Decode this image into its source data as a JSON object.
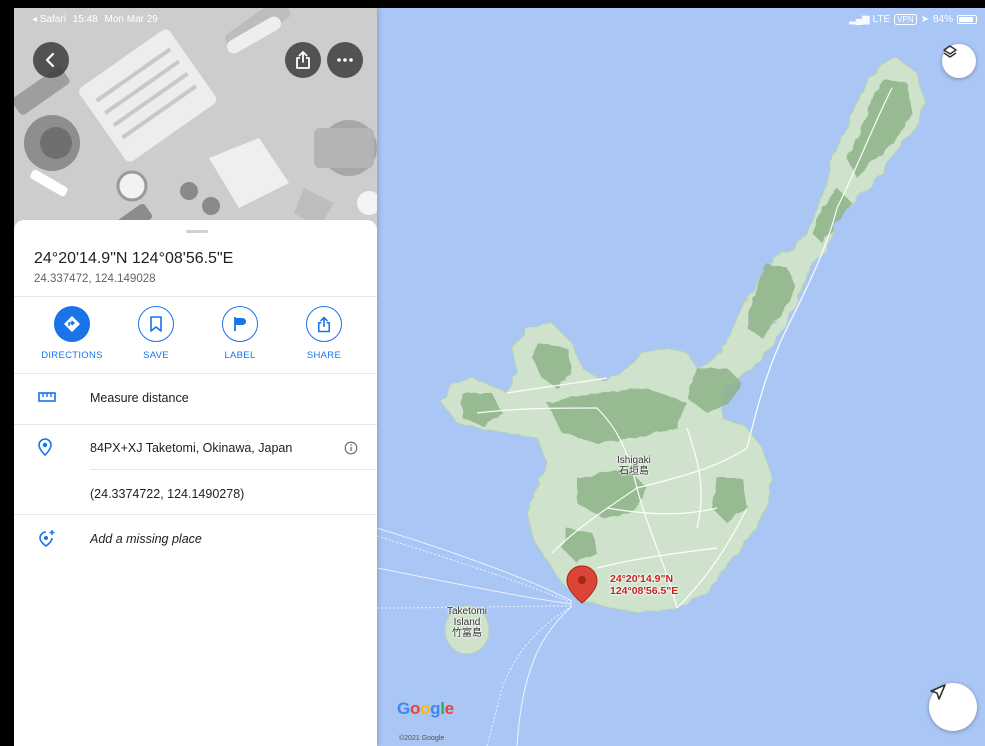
{
  "status_bar": {
    "back_app": "◂ Safari",
    "time": "15:48",
    "date": "Mon Mar 29",
    "network": "LTE",
    "vpn": "VPN",
    "battery": "84%"
  },
  "place": {
    "title": "24°20'14.9\"N 124°08'56.5\"E",
    "decimal": "24.337472, 124.149028"
  },
  "actions": [
    {
      "label": "DIRECTIONS",
      "icon": "directions-icon"
    },
    {
      "label": "SAVE",
      "icon": "bookmark-icon"
    },
    {
      "label": "LABEL",
      "icon": "flag-icon"
    },
    {
      "label": "SHARE",
      "icon": "share-icon"
    }
  ],
  "details": {
    "measure": "Measure distance",
    "plus_code": "84PX+XJ Taketomi, Okinawa, Japan",
    "coords_precise": "(24.3374722, 124.1490278)",
    "add_place": "Add a missing place"
  },
  "map": {
    "island_label_en": "Ishigaki",
    "island_label_jp": "石垣島",
    "small_island_en_1": "Taketomi",
    "small_island_en_2": "Island",
    "small_island_jp": "竹富島",
    "pin_line1": "24°20'14.9\"N",
    "pin_line2": "124°08'56.5\"E",
    "logo": [
      "G",
      "o",
      "o",
      "g",
      "l",
      "e"
    ],
    "copyright": "©2021 Google"
  },
  "colors": {
    "accent": "#1a73e8",
    "water": "#a9c6f5",
    "land": "#cfe3cc",
    "terrain": "#8fb48a",
    "pin": "#db4437"
  }
}
